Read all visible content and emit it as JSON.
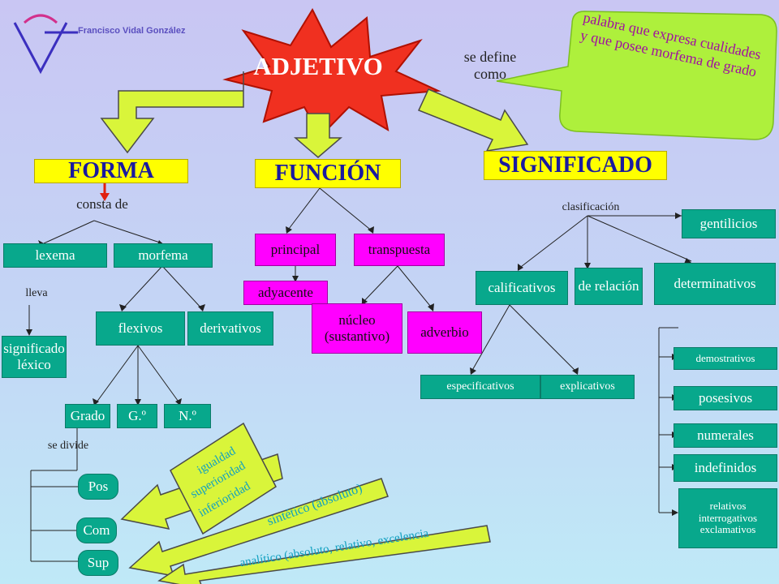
{
  "logo": {
    "author": "Francisco Vidal González"
  },
  "root": {
    "label": "ADJETIVO"
  },
  "definition": {
    "connector": "se define como",
    "text": "palabra que expresa cualidades y que posee morfema de grado"
  },
  "forma": {
    "title": "FORMA",
    "connector": "consta de",
    "lexema": "lexema",
    "lexema_connector": "lleva",
    "significado_lexico": "significado léxico",
    "morfema": "morfema",
    "flexivos": "flexivos",
    "derivativos": "derivativos",
    "grado": "Grado",
    "genero": "G.º",
    "numero": "N.º",
    "grado_connector": "se divide",
    "grados": [
      "Pos",
      "Com",
      "Sup"
    ],
    "comparativo_tipos": [
      "igualdad",
      "superioridad",
      "inferioridad"
    ],
    "superlativo_tipos": [
      "sintético (absoluto)",
      "analítico (absoluto, relativo, excelencia"
    ]
  },
  "funcion": {
    "title": "FUNCIÓN",
    "principal": "principal",
    "adyacente": "adyacente",
    "transpuesta": "transpuesta",
    "nucleo": "núcleo (sustantivo)",
    "adverbio": "adverbio"
  },
  "significado": {
    "title": "SIGNIFICADO",
    "connector": "clasificación",
    "gentilicios": "gentilicios",
    "calificativos": "calificativos",
    "de_relacion": "de relación",
    "determinativos": "determinativos",
    "especificativos": "especificativos",
    "explicativos": "explicativos",
    "det_tipos": [
      "demostrativos",
      "posesivos",
      "numerales",
      "indefinidos",
      "relativos interrogativos exclamativos"
    ]
  },
  "colors": {
    "teal": "#08a88c",
    "magenta": "#ff00ff",
    "yellow": "#ffff00",
    "star": "#f03020",
    "arrow": "#d9f53a",
    "callout": "#aef03c"
  }
}
